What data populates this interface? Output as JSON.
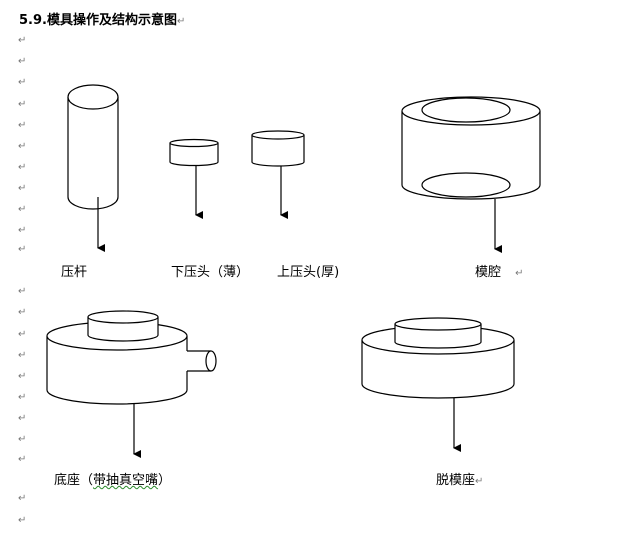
{
  "heading": {
    "number": "5.9.",
    "text": "模具操作及结构示意图"
  },
  "paragraph_mark": "↵",
  "labels": {
    "rod": "压杆",
    "lower_punch": "下压头（薄）",
    "upper_punch": "上压头(厚)",
    "die_cavity": "模腔",
    "base_prefix": "底座（",
    "base_underlined": "带抽真空嘴",
    "base_suffix": "）",
    "demold_seat": "脱模座"
  }
}
